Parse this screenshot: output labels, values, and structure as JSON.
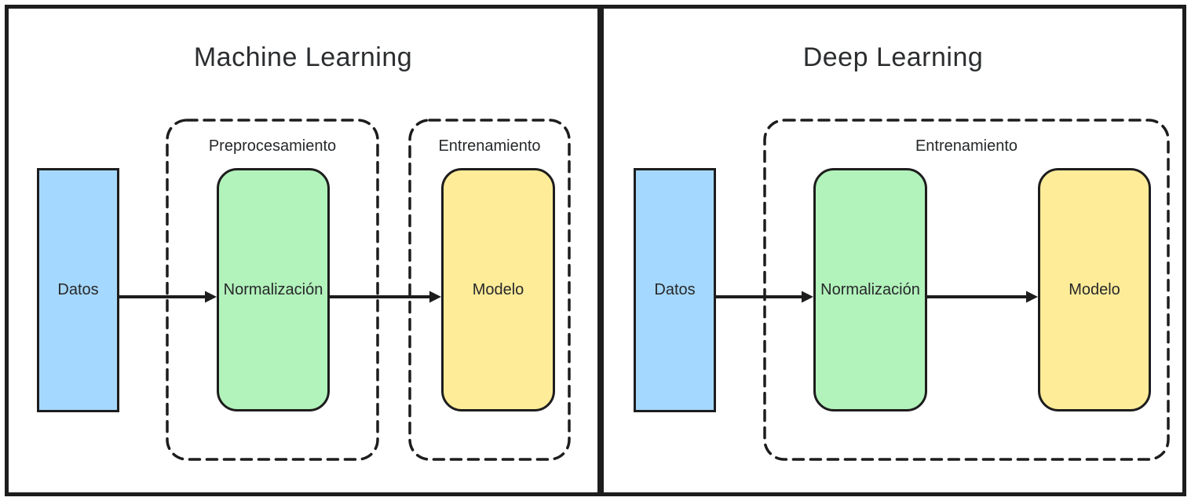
{
  "left_panel": {
    "title": "Machine Learning",
    "cluster_preprocesamiento_label": "Preprocesamiento",
    "cluster_entrenamiento_label": "Entrenamiento",
    "node_datos": "Datos",
    "node_normalizacion": "Normalización",
    "node_modelo": "Modelo"
  },
  "right_panel": {
    "title": "Deep Learning",
    "cluster_entrenamiento_label": "Entrenamiento",
    "node_datos": "Datos",
    "node_normalizacion": "Normalización",
    "node_modelo": "Modelo"
  },
  "colors": {
    "node_datos_fill": "#a5d8ff",
    "node_normalizacion_fill": "#b2f2bb",
    "node_modelo_fill": "#ffec99",
    "stroke": "#1d1d1d",
    "background": "#ffffff",
    "text": "#26282a"
  }
}
